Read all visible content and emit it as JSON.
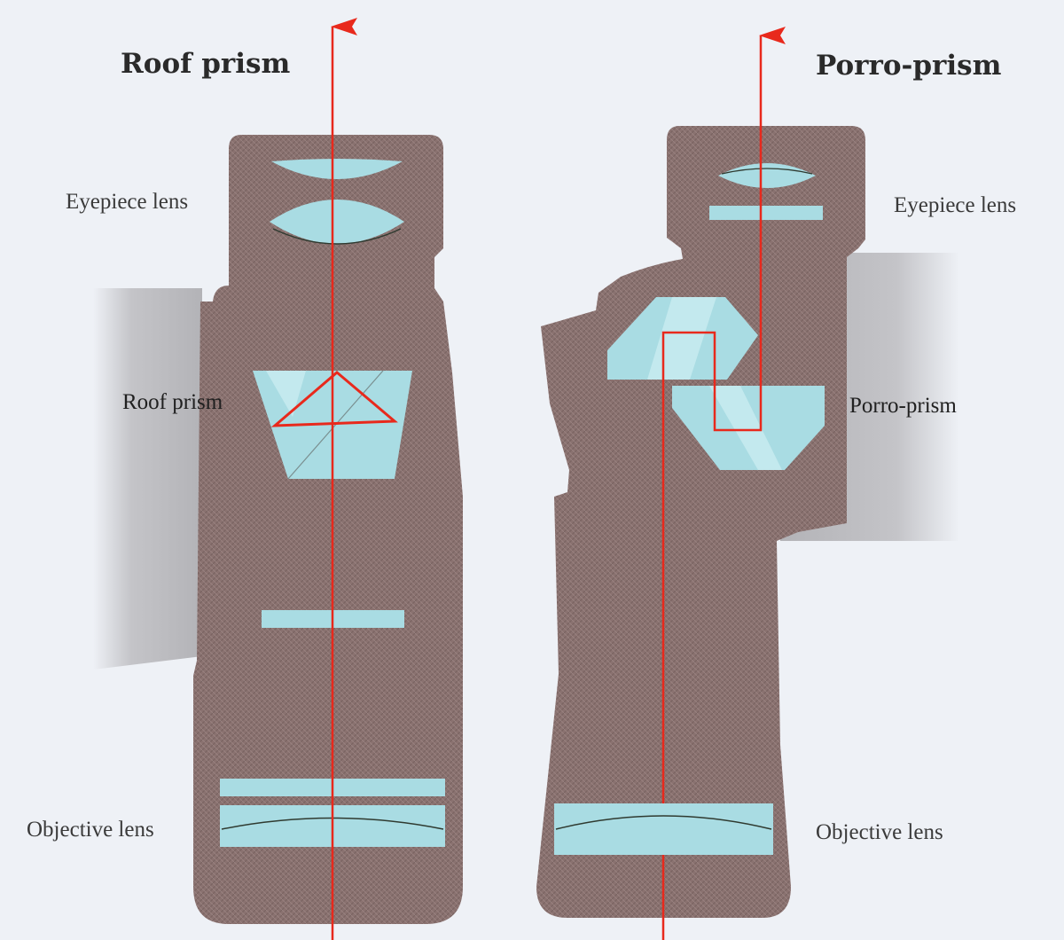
{
  "roof": {
    "title": "Roof prism",
    "eyepiece_label": "Eyepiece lens",
    "prism_label": "Roof prism",
    "objective_label": "Objective lens"
  },
  "porro": {
    "title": "Porro-prism",
    "eyepiece_label": "Eyepiece lens",
    "prism_label": "Porro-prism",
    "objective_label": "Objective lens"
  },
  "colors": {
    "background": "#eef1f6",
    "body": "#8a7270",
    "glass": "#a9dce3",
    "glass_highlight": "#c9ecf0",
    "light_ray": "#e8291c",
    "hinge": "#b9b9bd"
  }
}
